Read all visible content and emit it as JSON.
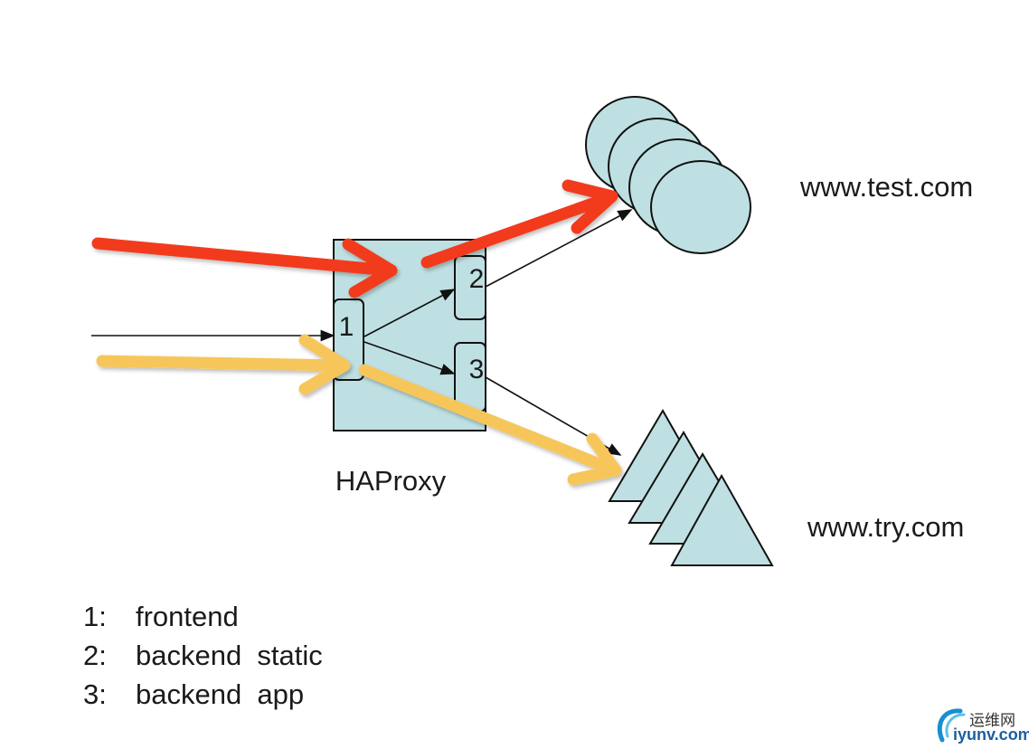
{
  "diagram": {
    "proxy_label": "HAProxy",
    "port_labels": {
      "frontend": "1",
      "backend_static": "2",
      "backend_app": "3"
    },
    "targets": {
      "static_servers": "www.test.com",
      "app_servers": "www.try.com"
    },
    "colors": {
      "node_fill": "#bfe0e2",
      "stroke": "#111111",
      "static_flow": "#f23a1f",
      "app_flow": "#f7c65a"
    },
    "legend": [
      {
        "num": "1:",
        "text": "frontend"
      },
      {
        "num": "2:",
        "text": "backend  static"
      },
      {
        "num": "3:",
        "text": "backend  app"
      }
    ]
  },
  "watermark": {
    "cn": "运维网",
    "en": "iyunv.com"
  }
}
